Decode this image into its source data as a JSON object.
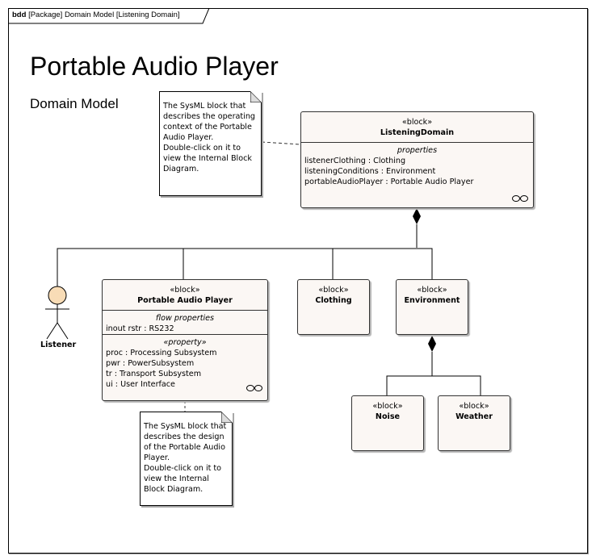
{
  "frame": {
    "kind": "bdd",
    "label": "[Package] Domain Model [Listening Domain]"
  },
  "title": "Portable Audio Player",
  "subtitle": "Domain Model",
  "notes": [
    {
      "lines": [
        "The SysML block that",
        "describes the operating",
        "context of the Portable",
        "Audio Player.",
        "Double-click on it to",
        "view the Internal Block",
        "Diagram."
      ]
    },
    {
      "lines": [
        "The SysML block that",
        "describes the design",
        "of the Portable Audio",
        "Player.",
        "Double-click on it to",
        "view the Internal",
        "Block Diagram."
      ]
    }
  ],
  "blocks": {
    "listening_domain": {
      "stereotype": "«block»",
      "name": "ListeningDomain",
      "compartment_title": "properties",
      "attributes": [
        "listenerClothing : Clothing",
        "listeningConditions : Environment",
        "portableAudioPlayer : Portable Audio Player"
      ],
      "icon": "ibd-link-icon"
    },
    "portable_audio_player": {
      "stereotype": "«block»",
      "name": "Portable Audio Player",
      "flow_title": "flow properties",
      "flow_attributes": [
        "inout rstr : RS232"
      ],
      "property_title": "«property»",
      "properties": [
        "proc : Processing Subsystem",
        "pwr : PowerSubsystem",
        "tr : Transport Subsystem",
        "ui : User Interface"
      ],
      "icon": "ibd-link-icon"
    },
    "clothing": {
      "stereotype": "«block»",
      "name": "Clothing"
    },
    "environment": {
      "stereotype": "«block»",
      "name": "Environment"
    },
    "noise": {
      "stereotype": "«block»",
      "name": "Noise"
    },
    "weather": {
      "stereotype": "«block»",
      "name": "Weather"
    }
  },
  "actor": {
    "name": "Listener",
    "head_color": "#f8dcb6"
  },
  "colors": {
    "block_fill": "#fbf7f4",
    "line": "#000000"
  }
}
